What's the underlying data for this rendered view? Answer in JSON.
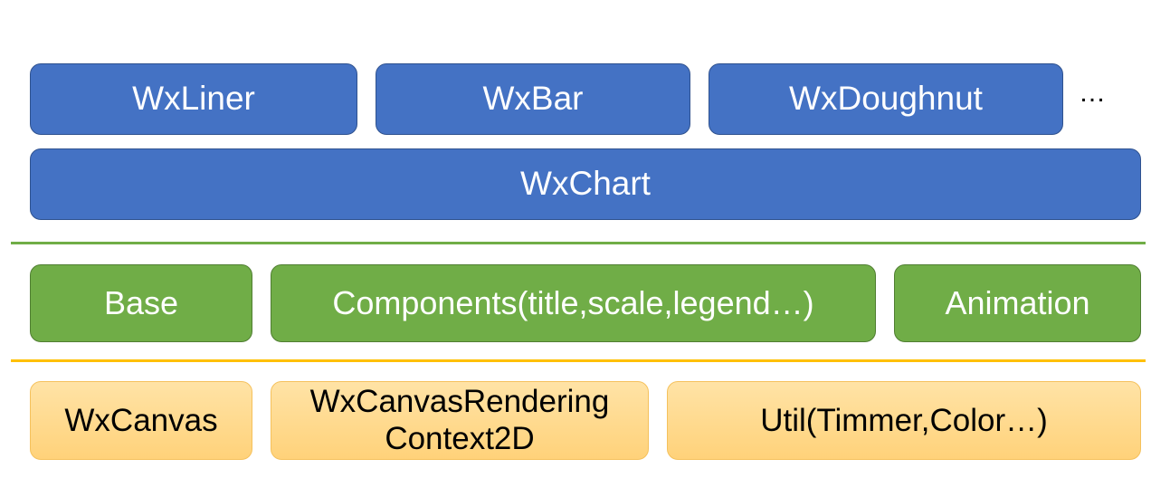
{
  "layers": {
    "charts": {
      "items": [
        "WxLiner",
        "WxBar",
        "WxDoughnut"
      ],
      "more": "…",
      "core": "WxChart"
    },
    "framework": {
      "items": [
        "Base",
        "Components(title,scale,legend…)",
        "Animation"
      ]
    },
    "platform": {
      "items": [
        "WxCanvas",
        "WxCanvasRendering Context2D",
        "Util(Timmer,Color…)"
      ]
    }
  },
  "colors": {
    "chart_layer": "#4472c4",
    "framework_layer": "#70ad47",
    "platform_layer": "#ffd98c",
    "framework_divider": "#70ad47",
    "platform_divider": "#ffc000"
  }
}
